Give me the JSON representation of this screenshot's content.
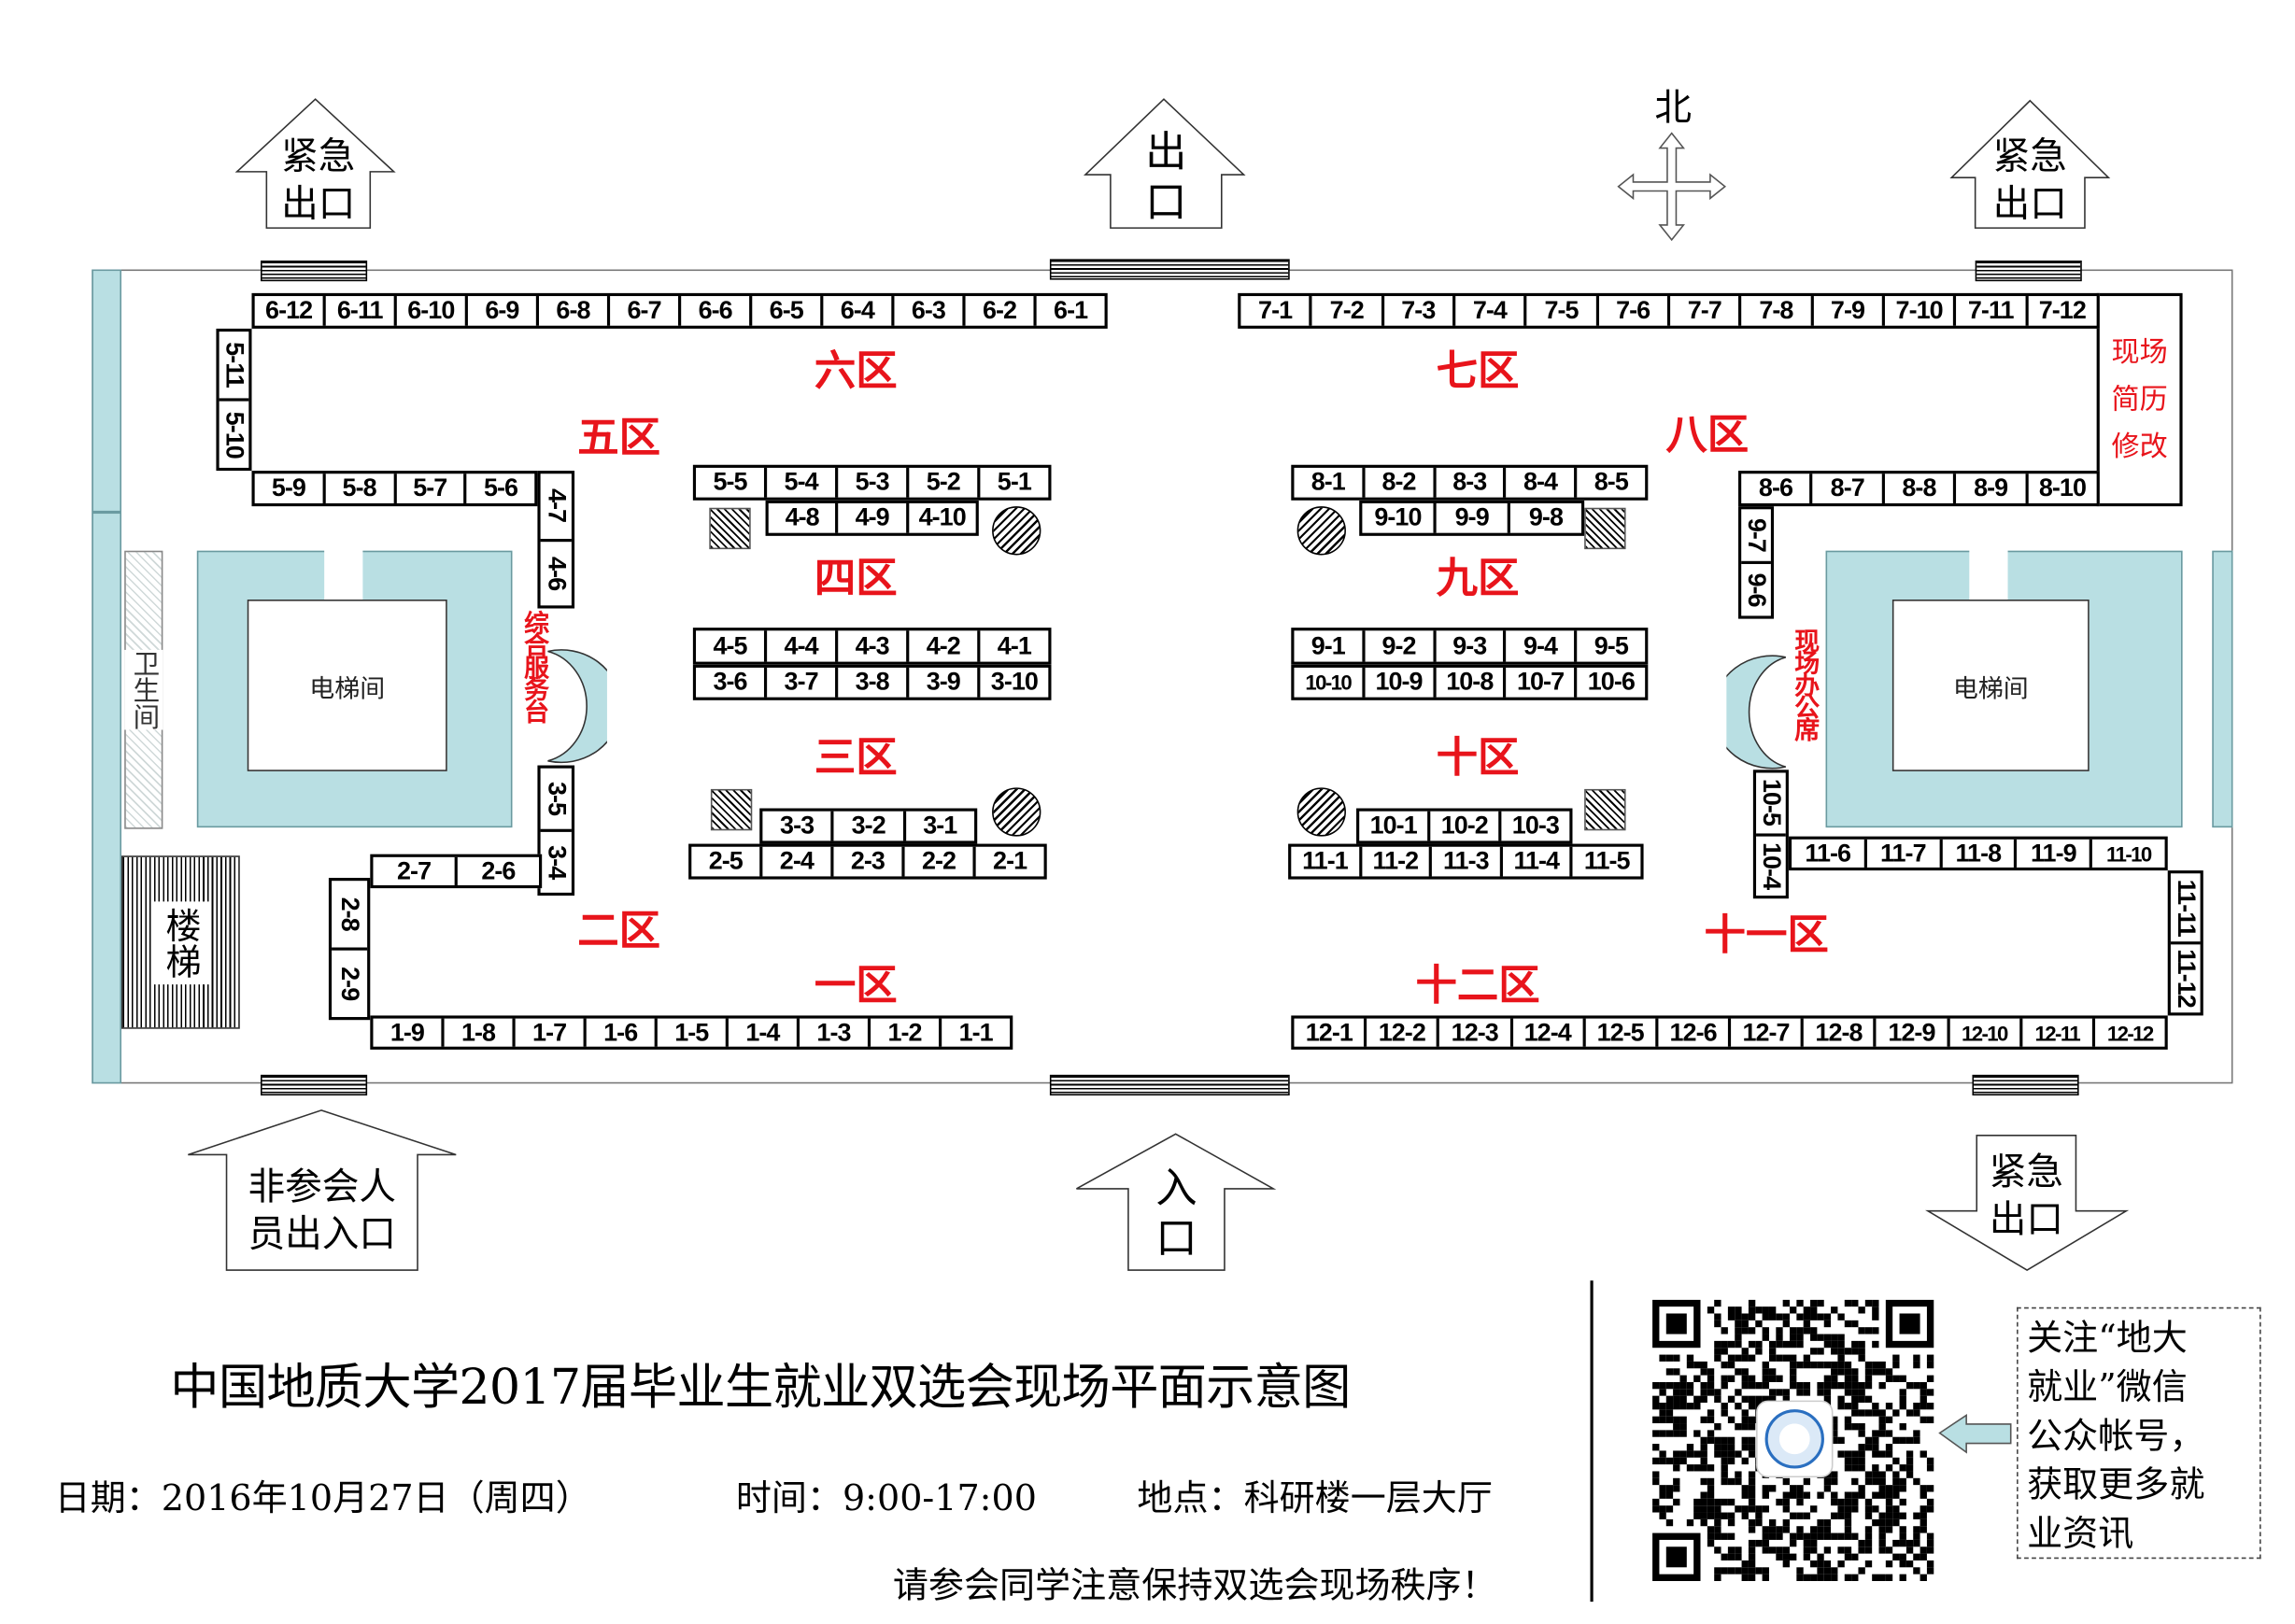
{
  "booths": {
    "row6": [
      "6-12",
      "6-11",
      "6-10",
      "6-9",
      "6-8",
      "6-7",
      "6-6",
      "6-5",
      "6-4",
      "6-3",
      "6-2",
      "6-1"
    ],
    "col5a": [
      "5-11",
      "5-10"
    ],
    "row5a": [
      "5-9",
      "5-8",
      "5-7",
      "5-6"
    ],
    "col4a": [
      "4-7",
      "4-6"
    ],
    "row5b": [
      "5-5",
      "5-4",
      "5-3",
      "5-2",
      "5-1"
    ],
    "row4b": [
      "4-8",
      "4-9",
      "4-10"
    ],
    "row4c": [
      "4-5",
      "4-4",
      "4-3",
      "4-2",
      "4-1"
    ],
    "row3c": [
      "3-6",
      "3-7",
      "3-8",
      "3-9",
      "3-10"
    ],
    "row3a": [
      "3-3",
      "3-2",
      "3-1"
    ],
    "row2a": [
      "2-5",
      "2-4",
      "2-3",
      "2-2",
      "2-1"
    ],
    "col3b": [
      "3-5",
      "3-4"
    ],
    "row2b": [
      "2-7",
      "2-6"
    ],
    "col2c": [
      "2-8",
      "2-9"
    ],
    "row1": [
      "1-9",
      "1-8",
      "1-7",
      "1-6",
      "1-5",
      "1-4",
      "1-3",
      "1-2",
      "1-1"
    ],
    "row7": [
      "7-1",
      "7-2",
      "7-3",
      "7-4",
      "7-5",
      "7-6",
      "7-7",
      "7-8",
      "7-9",
      "7-10",
      "7-11",
      "7-12"
    ],
    "row8b": [
      "8-6",
      "8-7",
      "8-8",
      "8-9",
      "8-10"
    ],
    "col9a": [
      "9-7",
      "9-6"
    ],
    "row8a": [
      "8-1",
      "8-2",
      "8-3",
      "8-4",
      "8-5"
    ],
    "row9a": [
      "9-10",
      "9-9",
      "9-8"
    ],
    "row9b": [
      "9-1",
      "9-2",
      "9-3",
      "9-4",
      "9-5"
    ],
    "row10a": [
      "10-10",
      "10-9",
      "10-8",
      "10-7",
      "10-6"
    ],
    "row10b": [
      "10-1",
      "10-2",
      "10-3"
    ],
    "row11a": [
      "11-1",
      "11-2",
      "11-3",
      "11-4",
      "11-5"
    ],
    "col10c": [
      "10-5",
      "10-4"
    ],
    "row11b": [
      "11-6",
      "11-7",
      "11-8",
      "11-9",
      "11-10"
    ],
    "col11c": [
      "11-11",
      "11-12"
    ],
    "row12": [
      "12-1",
      "12-2",
      "12-3",
      "12-4",
      "12-5",
      "12-6",
      "12-7",
      "12-8",
      "12-9",
      "12-10",
      "12-11",
      "12-12"
    ]
  },
  "zones": {
    "z1": "一区",
    "z2": "二区",
    "z3": "三区",
    "z4": "四区",
    "z5": "五区",
    "z6": "六区",
    "z7": "七区",
    "z8": "八区",
    "z9": "九区",
    "z10": "十区",
    "z11": "十一区",
    "z12": "十二区"
  },
  "facilities": {
    "elevator_left": "电梯间",
    "elevator_right": "电梯间",
    "toilet": "卫生间",
    "stairs": "楼梯",
    "service_desk": "综合服务台",
    "office_desk": "现场办公席",
    "resume_line1": "现场",
    "resume_line2": "简历",
    "resume_line3": "修改"
  },
  "exits": {
    "top_left": [
      "紧急",
      "出口"
    ],
    "top_center": [
      "出",
      "口"
    ],
    "top_right": [
      "紧急",
      "出口"
    ],
    "bottom_left": [
      "非参会人",
      "员出入口"
    ],
    "bottom_center": [
      "入",
      "口"
    ],
    "bottom_right": [
      "紧急",
      "出口"
    ]
  },
  "compass": {
    "north": "北"
  },
  "footer": {
    "title": "中国地质大学2017届毕业生就业双选会现场平面示意图",
    "date": "日期：2016年10月27日（周四）",
    "time": "时间：9:00-17:00",
    "place": "地点：科研楼一层大厅",
    "notice": "请参会同学注意保持双选会现场秩序！"
  },
  "wechat": {
    "lines": [
      "关注“地大",
      "就业”微信",
      "公众帐号，",
      "获取更多就",
      "业资讯"
    ]
  },
  "colors": {
    "zone_red": "#e8141b",
    "teal": "#b9dfe3"
  }
}
